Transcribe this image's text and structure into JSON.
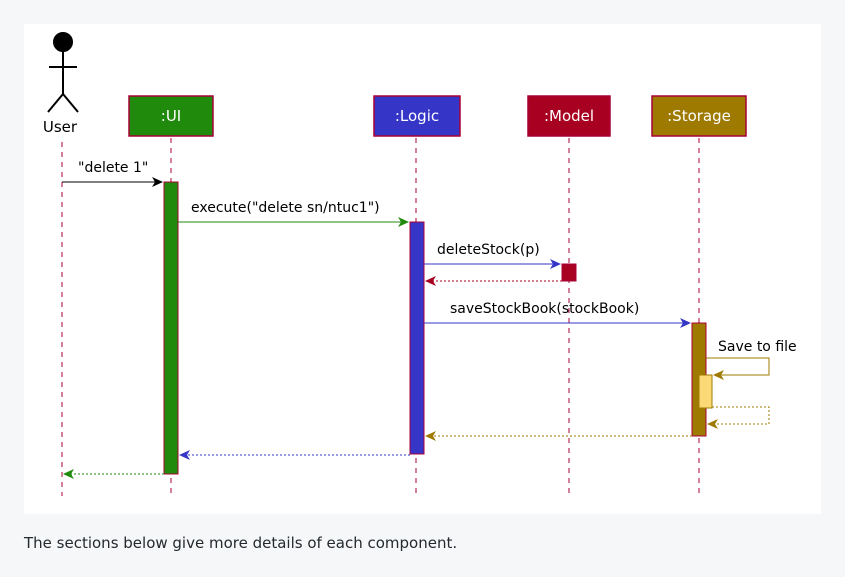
{
  "actor": {
    "label": "User"
  },
  "participants": [
    {
      "id": "ui",
      "label": ":UI",
      "color": "#1f8a0b",
      "text_color": "#ffffff"
    },
    {
      "id": "logic",
      "label": ":Logic",
      "color": "#3535c8",
      "text_color": "#ffffff"
    },
    {
      "id": "model",
      "label": ":Model",
      "color": "#a80021",
      "text_color": "#ffffff"
    },
    {
      "id": "storage",
      "label": ":Storage",
      "color": "#9e7a00",
      "text_color": "#ffffff"
    }
  ],
  "messages": [
    {
      "from": "user",
      "to": "ui",
      "label": "\"delete 1\"",
      "kind": "call",
      "color": "#000000"
    },
    {
      "from": "ui",
      "to": "logic",
      "label": "execute(\"delete sn/ntuc1\")",
      "kind": "call",
      "color": "#1f8a0b"
    },
    {
      "from": "logic",
      "to": "model",
      "label": "deleteStock(p)",
      "kind": "call",
      "color": "#3535c8"
    },
    {
      "from": "model",
      "to": "logic",
      "label": "",
      "kind": "return",
      "color": "#a80021"
    },
    {
      "from": "logic",
      "to": "storage",
      "label": "saveStockBook(stockBook)",
      "kind": "call",
      "color": "#3535c8"
    },
    {
      "from": "storage",
      "to": "storage",
      "label": "Save to file",
      "kind": "self-call",
      "color": "#9e7a00"
    },
    {
      "from": "storage",
      "to": "storage",
      "label": "",
      "kind": "self-return",
      "color": "#9e7a00"
    },
    {
      "from": "storage",
      "to": "logic",
      "label": "",
      "kind": "return",
      "color": "#9e7a00"
    },
    {
      "from": "logic",
      "to": "ui",
      "label": "",
      "kind": "return",
      "color": "#3535c8"
    },
    {
      "from": "ui",
      "to": "user",
      "label": "",
      "kind": "return",
      "color": "#1f8a0b"
    }
  ],
  "lifeline_color": "#a80036",
  "caption": "The sections below give more details of each component."
}
